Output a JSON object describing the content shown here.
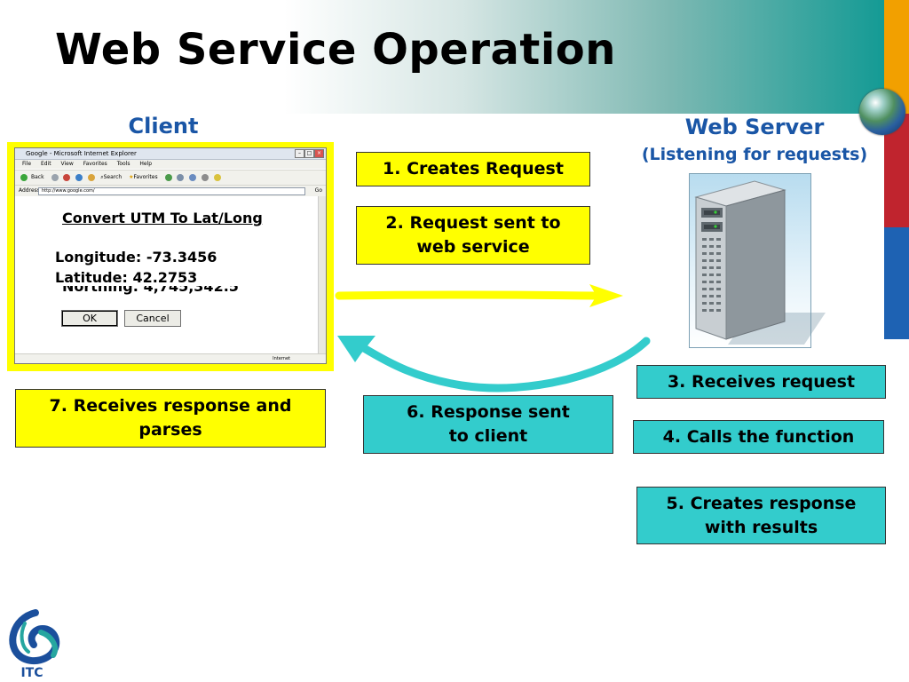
{
  "title": "Web Service Operation",
  "headings": {
    "client": "Client",
    "server": "Web Server",
    "server_sub": "(Listening for requests)"
  },
  "steps": {
    "s1": "1. Creates Request",
    "s2": "2. Request sent to web service",
    "s3": "3. Receives request",
    "s4": "4. Calls the function",
    "s5": "5. Creates response with results",
    "s6": "6. Response sent to client",
    "s7": "7. Receives response and parses"
  },
  "browser": {
    "window_title": "Google - Microsoft Internet Explorer",
    "menu": [
      "File",
      "Edit",
      "View",
      "Favorites",
      "Tools",
      "Help"
    ],
    "toolbar_back": "Back",
    "toolbar_search": "Search",
    "toolbar_favorites": "Favorites",
    "address_label": "Address",
    "address_value": "http://www.google.com/",
    "go_label": "Go",
    "status_text": "Internet"
  },
  "dialog": {
    "title": "Convert UTM To Lat/Long",
    "longitude": "Longitude: -73.3456",
    "latitude": "Latitude: 42.2753",
    "northing": "Northing: 4,745,342.5",
    "ok_label": "OK",
    "cancel_label": "Cancel"
  },
  "logo": {
    "text": "ITC"
  },
  "colors": {
    "yellow": "#ffff00",
    "teal": "#33cccc",
    "heading_blue": "#1a56a6",
    "bar_orange": "#f2a000",
    "bar_red": "#c0242e",
    "bar_blue": "#1e62b3"
  }
}
